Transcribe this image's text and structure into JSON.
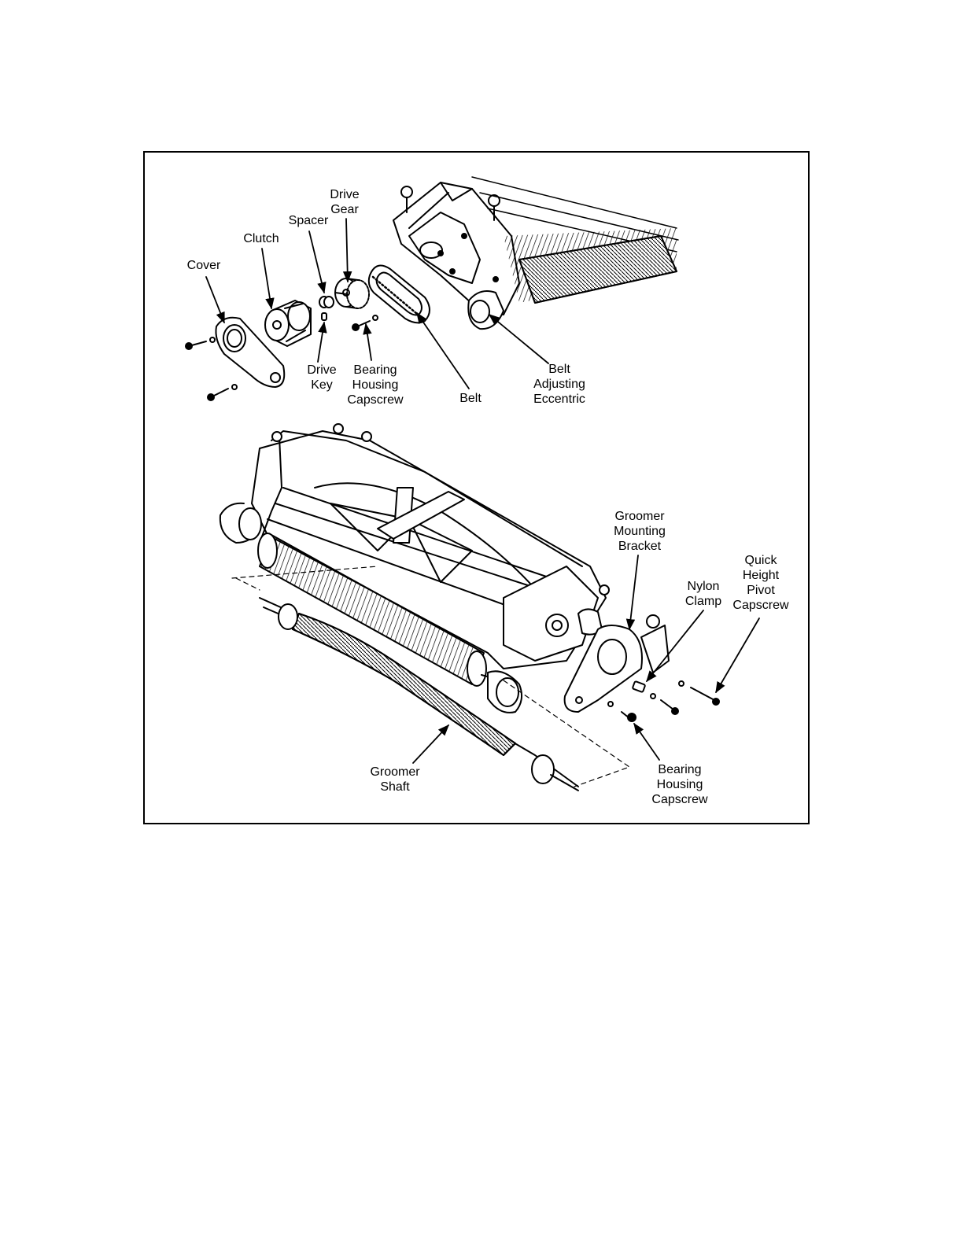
{
  "figure": {
    "labels": {
      "drive_gear": [
        "Drive",
        "Gear"
      ],
      "spacer": [
        "Spacer"
      ],
      "clutch": [
        "Clutch"
      ],
      "cover": [
        "Cover"
      ],
      "drive_key": [
        "Drive",
        "Key"
      ],
      "bearing_housing_capscrew_top": [
        "Bearing",
        "Housing",
        "Capscrew"
      ],
      "belt": [
        "Belt"
      ],
      "belt_adjusting_eccentric": [
        "Belt",
        "Adjusting",
        "Eccentric"
      ],
      "groomer_mounting_bracket": [
        "Groomer",
        "Mounting",
        "Bracket"
      ],
      "quick_height_pivot_capscrew": [
        "Quick",
        "Height",
        "Pivot",
        "Capscrew"
      ],
      "nylon_clamp": [
        "Nylon",
        "Clamp"
      ],
      "groomer_shaft": [
        "Groomer",
        "Shaft"
      ],
      "bearing_housing_capscrew_bottom": [
        "Bearing",
        "Housing",
        "Capscrew"
      ]
    }
  }
}
